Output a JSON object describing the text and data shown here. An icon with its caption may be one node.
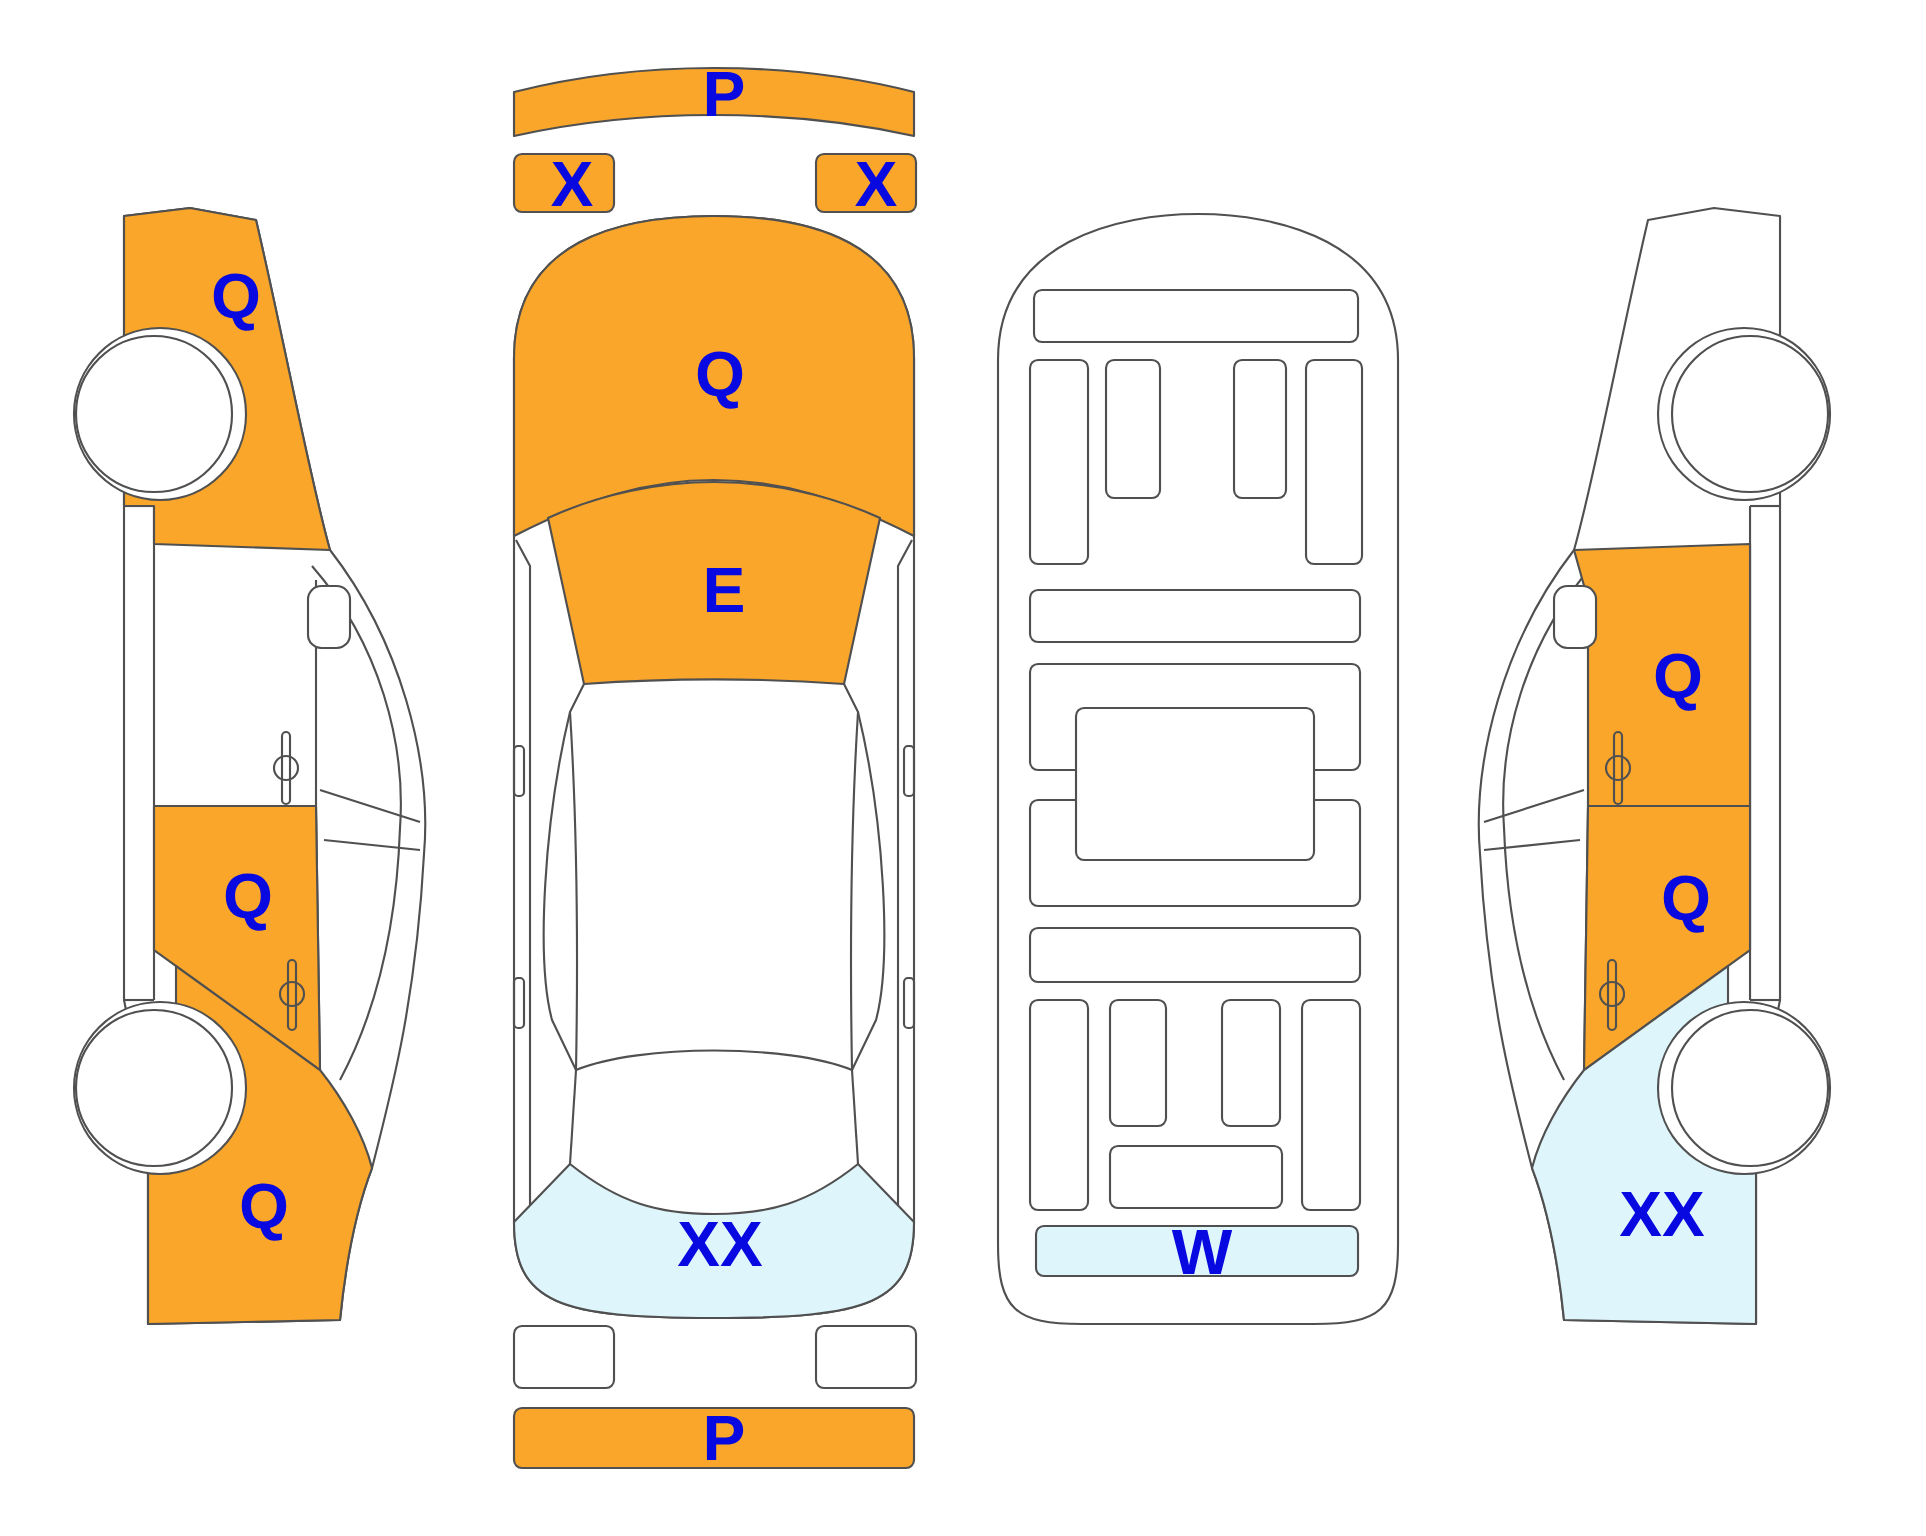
{
  "diagram": {
    "nodes": [
      {
        "text": [
          "Q"
        ]
      },
      {
        "text": [
          "Q"
        ]
      },
      {
        "text": [
          "Q"
        ]
      },
      {
        "text": [
          "P"
        ]
      },
      {
        "text": [
          "X"
        ]
      },
      {
        "text": [
          "X"
        ]
      },
      {
        "text": [
          "Q"
        ]
      },
      {
        "text": [
          "E"
        ]
      },
      {
        "text": [
          "XX"
        ]
      },
      {
        "text": [],
        "shape": "box"
      },
      {
        "text": [],
        "shape": "box"
      },
      {
        "text": [
          "P"
        ]
      },
      {
        "text": [
          "W"
        ]
      },
      {
        "text": [
          "Q"
        ]
      },
      {
        "text": [
          "Q"
        ]
      },
      {
        "text": [
          "XX"
        ]
      }
    ]
  }
}
